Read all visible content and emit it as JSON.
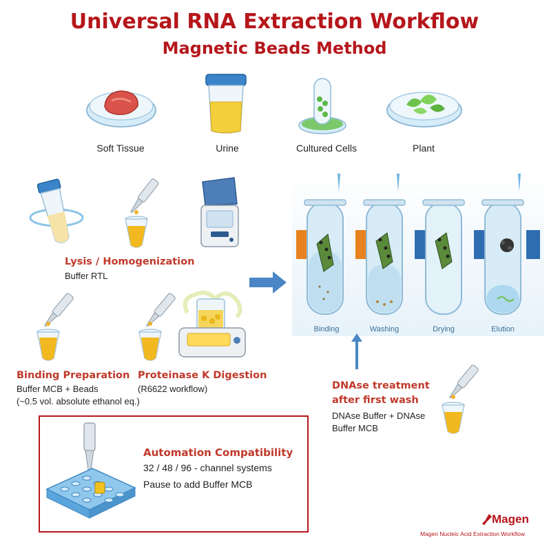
{
  "title": "Universal RNA Extraction Workflow",
  "subtitle": "Magnetic Beads Method",
  "samples": [
    {
      "label": "Soft Tissue"
    },
    {
      "label": "Urine"
    },
    {
      "label": "Cultured  Cells"
    },
    {
      "label": "Plant"
    }
  ],
  "lysis": {
    "title": "Lysis / Homogenization",
    "text": "Buffer RTL"
  },
  "binding_prep": {
    "title": "Binding  Preparation",
    "line1": "Buffer MCB + Beads",
    "line2": "(~0.5 vol. absolute ethanol eq.)"
  },
  "proteinase": {
    "title": "Proteinase  K Digestion",
    "line1": "(R6622  workflow)"
  },
  "stages": [
    {
      "label": "Binding"
    },
    {
      "label": "Washing"
    },
    {
      "label": "Drying"
    },
    {
      "label": "Elution"
    }
  ],
  "dnase": {
    "title1": "DNAse treatment",
    "title2": "after first wash",
    "line1": "DNAse Buffer + DNAse",
    "line2": "Buffer MCB"
  },
  "automation": {
    "title": "Automation Compatibility",
    "line1": "32 / 48 / 96 - channel systems",
    "line2": "Pause to add Buffer  MCB"
  },
  "brand": {
    "name": "Magen",
    "tagline": "Magen Nucleic  Acid  Extraction  Workflow"
  },
  "colors": {
    "title": "#b5161b",
    "step_title": "#c0392b",
    "arrow": "#4a86c5"
  }
}
